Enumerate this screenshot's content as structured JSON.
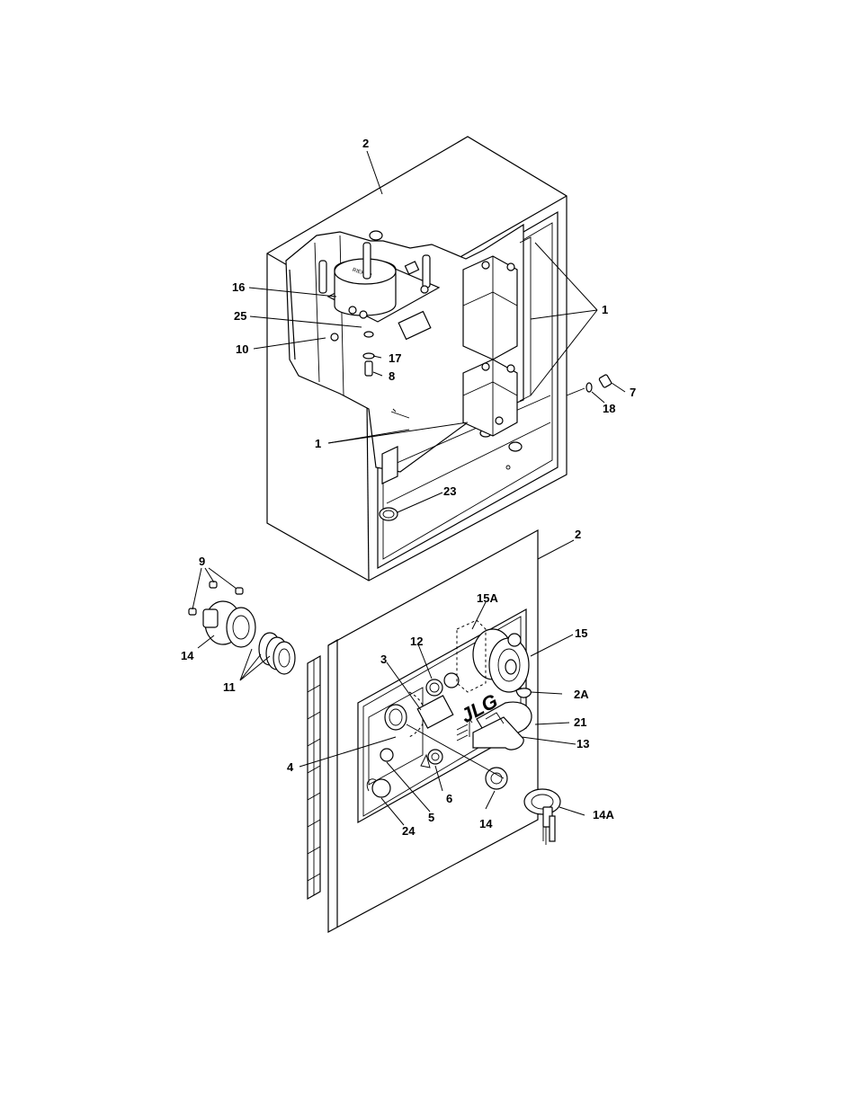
{
  "diagram": {
    "callouts": {
      "c2_top": "2",
      "c1_right": "1",
      "c16": "16",
      "c25": "25",
      "c10": "10",
      "c17": "17",
      "c8": "8",
      "c7": "7",
      "c18": "18",
      "c1_left": "1",
      "c23": "23",
      "c2_door": "2",
      "c9": "9",
      "c15A": "15A",
      "c12": "12",
      "c3": "3",
      "c15": "15",
      "c14_left": "14",
      "c2A": "2A",
      "c11": "11",
      "c21": "21",
      "c13": "13",
      "c4": "4",
      "c6": "6",
      "c5": "5",
      "c14_bottom": "14",
      "c14A": "14A",
      "c24": "24"
    },
    "logo_text": "JLG",
    "relay_brand": "RIEKER"
  }
}
